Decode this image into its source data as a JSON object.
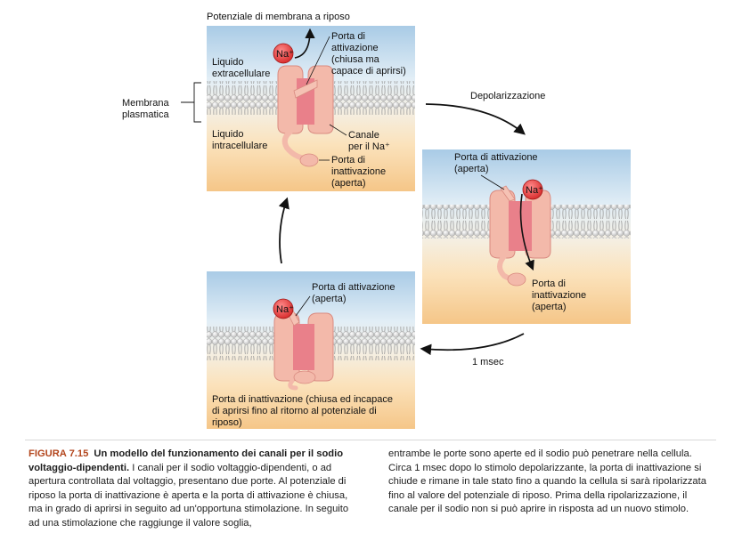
{
  "panel_top": {
    "title": "Potenziale di membrana a riposo",
    "extracellular": [
      "Liquido",
      "extracellulare"
    ],
    "intracellular": [
      "Liquido",
      "intracellulare"
    ],
    "membrane": [
      "Membrana",
      "plasmatica"
    ],
    "activation_gate": [
      "Porta di",
      "attivazione",
      "(chiusa ma",
      "capace di aprirsi)"
    ],
    "channel": [
      "Canale",
      "per il Na⁺"
    ],
    "inactivation_gate": [
      "Porta di",
      "inattivazione",
      "(aperta)"
    ],
    "ion": "Na⁺"
  },
  "panel_right": {
    "activation_gate": [
      "Porta di attivazione",
      "(aperta)"
    ],
    "inactivation_gate": [
      "Porta di",
      "inattivazione",
      "(aperta)"
    ],
    "ion": "Na⁺"
  },
  "panel_bottom": {
    "activation_gate": [
      "Porta di attivazione",
      "(aperta)"
    ],
    "inactivation_gate": [
      "Porta di inattivazione (chiusa ed incapace",
      "di aprirsi fino al ritorno al potenziale di",
      "riposo)"
    ],
    "ion": "Na⁺"
  },
  "arrows": {
    "depolarization": "Depolarizzazione",
    "time": "1 msec"
  },
  "caption": {
    "figure_number": "FIGURA 7.15",
    "title": "Un modello del funzionamento dei canali per il sodio voltaggio-dipendenti.",
    "left_text": "I canali per il sodio voltaggio-dipendenti, o ad apertura controllata dal voltaggio, presentano due porte. Al potenziale di riposo la porta di inattivazione è aperta e la porta di attivazione è chiusa, ma in grado di aprirsi in seguito ad un'opportuna stimolazione. In seguito ad una stimolazione che raggiunge il valore soglia,",
    "right_text": "entrambe le porte sono aperte ed il sodio può penetrare nella cellula. Circa 1 msec dopo lo stimolo depolarizzante, la porta di inattivazione si chiude e rimane in tale stato fino a quando la cellula si sarà ripolarizzata fino al valore del potenziale di riposo. Prima della ripolarizzazione, il canale per il sodio non si può aprire in risposta ad un nuovo stimolo."
  },
  "colors": {
    "extracellular_top": "#bcd8ee",
    "intracellular_bottom": "#f6c98f",
    "channel": "#f2b4a6",
    "channel_core": "#e4707a",
    "ion": "#e33a3a",
    "figure_label": "#b3461d"
  }
}
